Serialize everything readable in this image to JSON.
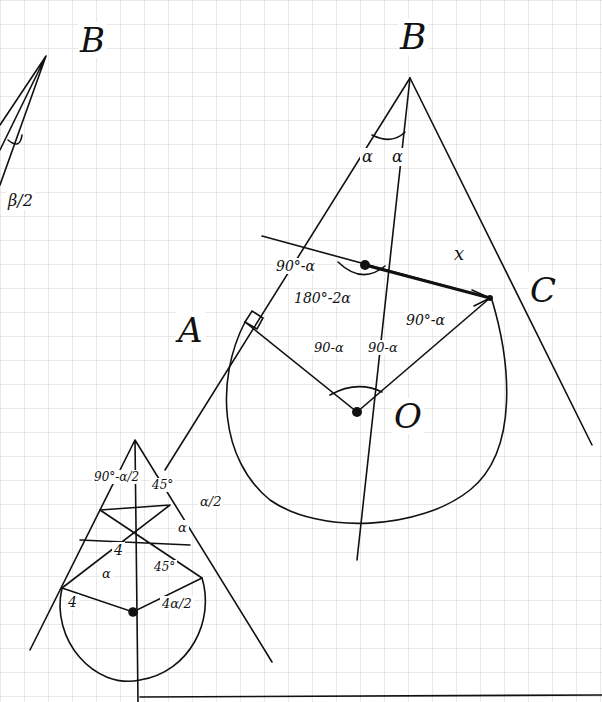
{
  "diagram": {
    "labels": [
      "B",
      "β/2",
      "B",
      "α",
      "α",
      "90°-α",
      "180°-2α",
      "x",
      "C",
      "90°-α",
      "A",
      "90-α",
      "90-α",
      "O",
      "90°-α/2",
      "45°",
      "α/2",
      "α",
      "4",
      "α",
      "45°",
      "4",
      "4α/2"
    ]
  }
}
